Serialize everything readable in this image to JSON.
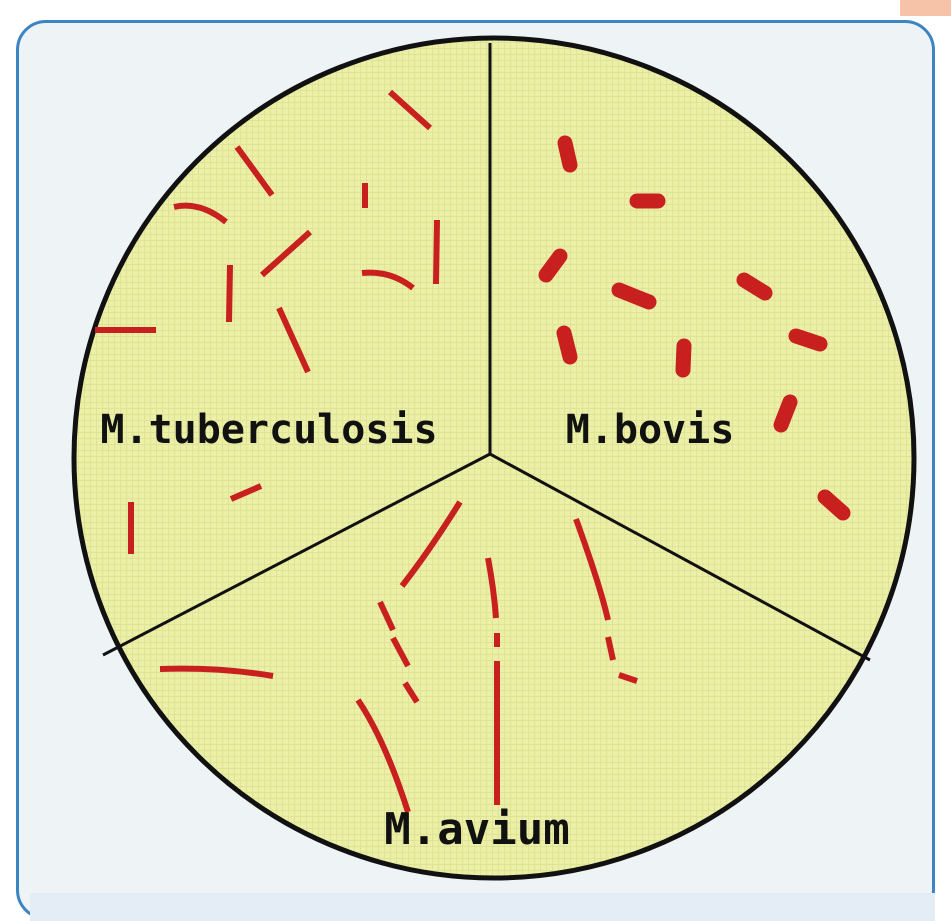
{
  "diagram": {
    "sections": [
      {
        "id": "tuberculosis",
        "label": "M.tuberculosis"
      },
      {
        "id": "bovis",
        "label": "M.bovis"
      },
      {
        "id": "avium",
        "label": "M.avium"
      }
    ]
  },
  "colors": {
    "disc_fill": "#ecf0a6",
    "disc_outline": "#111111",
    "bacteria": "#c8201e",
    "frame_border": "#3d84c4"
  }
}
